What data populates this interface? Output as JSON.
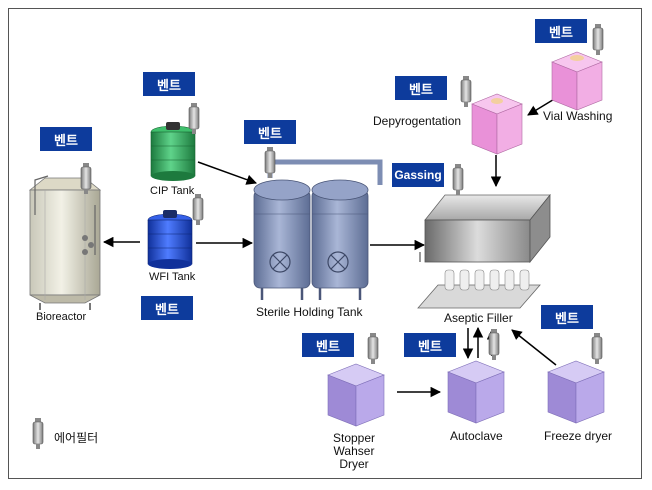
{
  "vent_label": "벤트",
  "gassing_label": "Gassing",
  "legend": {
    "label": "에어필터",
    "icon": "air-filter-icon"
  },
  "equipment": {
    "bioreactor": "Bioreactor",
    "cip_tank": "CIP Tank",
    "wfi_tank": "WFI Tank",
    "sterile_holding_tank": "Sterile Holding Tank",
    "depyrogentation": "Depyrogentation",
    "vial_washing": "Vial Washing",
    "aseptic_filler": "Aseptic Filler",
    "stopper_washer_dryer": [
      "Stopper",
      "Wahser",
      "Dryer"
    ],
    "autoclave": "Autoclave",
    "freeze_dryer": "Freeze dryer"
  },
  "colors": {
    "vent_box": "#0d3b9c",
    "cip_tank": "#2e9e55",
    "wfi_tank": "#1f4fd6",
    "holding_tank": "#7d8db3",
    "depyro_box": "#ef9fe0",
    "purple_box": "#b7a3e6"
  }
}
